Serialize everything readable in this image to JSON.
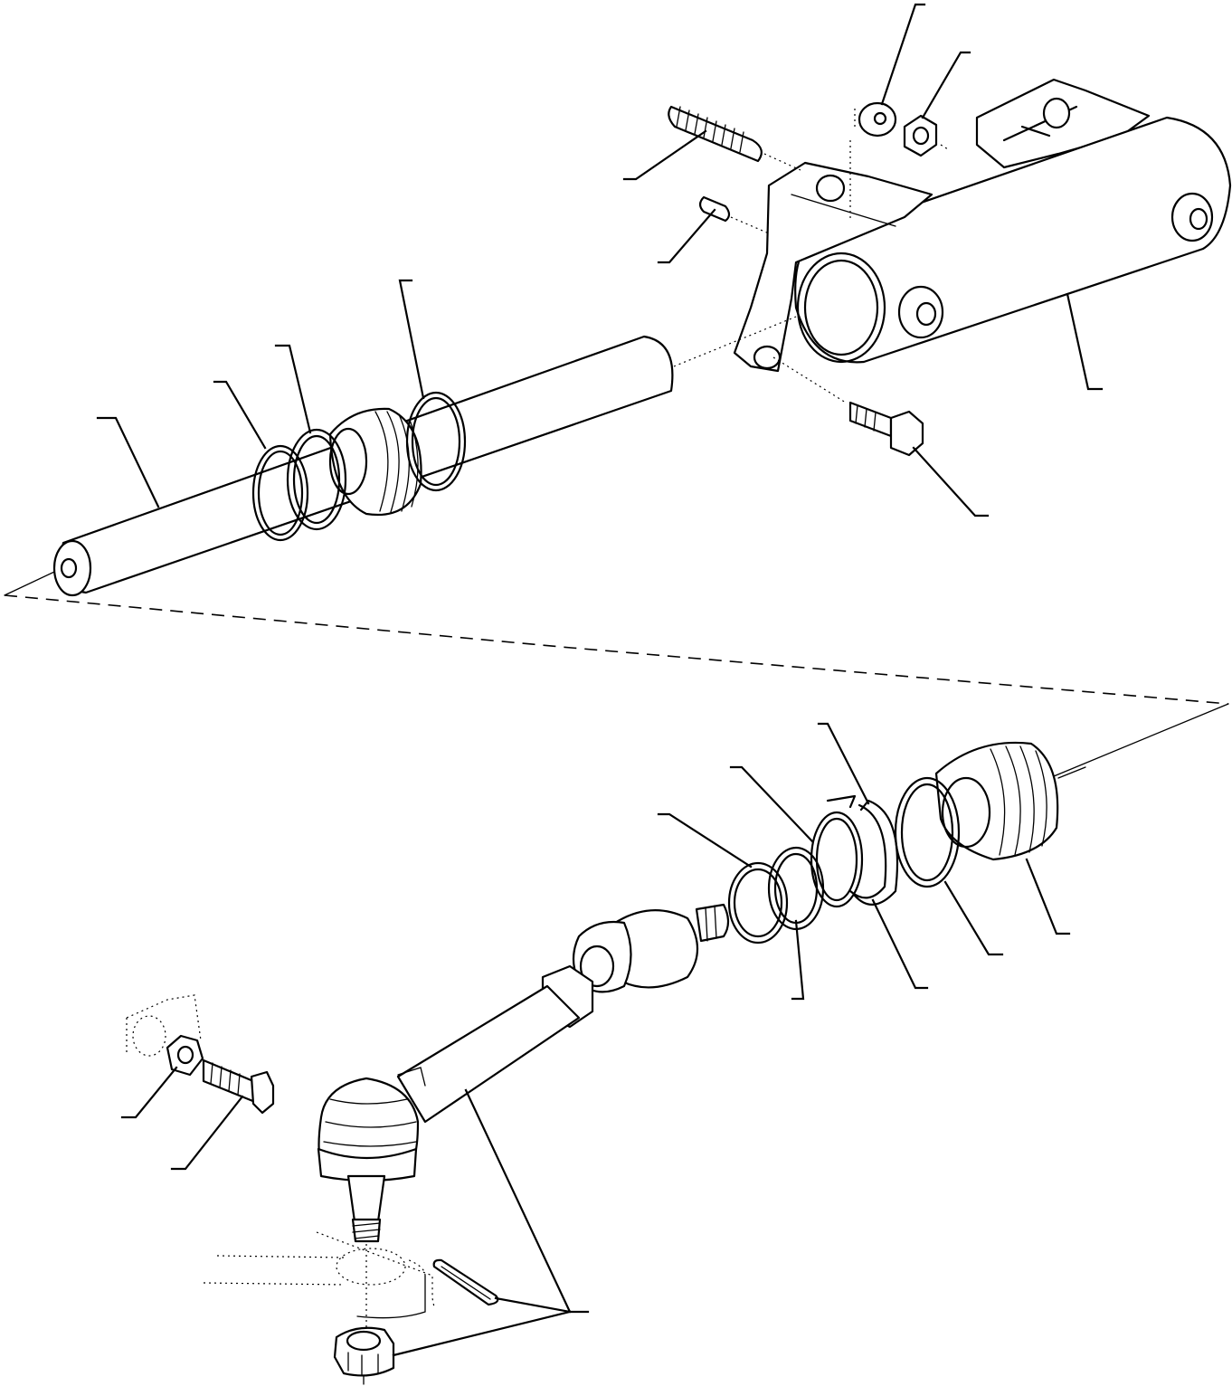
{
  "drawing": {
    "line_color": "#000000",
    "background": "#ffffff",
    "sections": [
      "upper-assembly",
      "lower-assembly"
    ]
  },
  "upper_assembly": {
    "parts": [
      "axle-housing",
      "stud",
      "pin",
      "washer",
      "nut",
      "bolt",
      "shaft",
      "bearing",
      "ring-a",
      "ring-b",
      "ring-c"
    ]
  },
  "lower_assembly": {
    "parts": [
      "bellows",
      "spring-ring",
      "circlip",
      "ring-d",
      "ring-e",
      "ball-joint",
      "tie-rod",
      "cotter-pin",
      "castle-nut",
      "lock-nut",
      "bolt-small"
    ]
  }
}
